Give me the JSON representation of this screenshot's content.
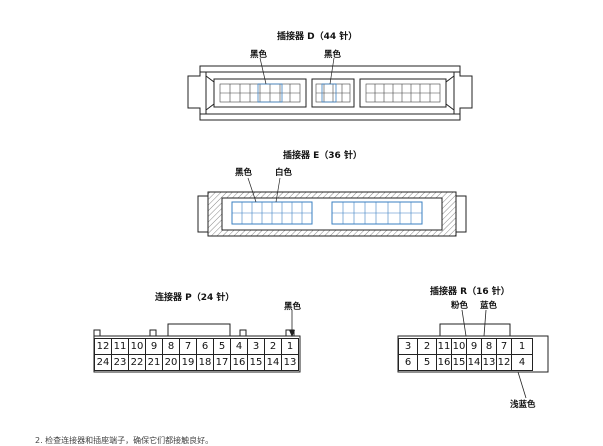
{
  "connector_d": {
    "title": "插接器 D（44 针）",
    "label_black_1": "黑色",
    "label_black_2": "黑色"
  },
  "connector_e": {
    "title": "插接器 E（36 针）",
    "label_black": "黑色",
    "label_white": "白色"
  },
  "connector_p": {
    "title": "连接器 P（24 针）",
    "label_black": "黑色",
    "row_top": [
      "12",
      "11",
      "10",
      "9",
      "8",
      "7",
      "6",
      "5",
      "4",
      "3",
      "2",
      "1"
    ],
    "row_bottom": [
      "24",
      "23",
      "22",
      "21",
      "20",
      "19",
      "18",
      "17",
      "16",
      "15",
      "14",
      "13"
    ]
  },
  "connector_r": {
    "title": "插接器 R（16 针）",
    "label_pink": "粉色",
    "label_blue": "蓝色",
    "label_light_blue": "浅蓝色",
    "row_top": [
      "3",
      "2",
      "11",
      "10",
      "9",
      "8",
      "7",
      "1"
    ],
    "row_bottom": [
      "6",
      "5",
      "16",
      "15",
      "14",
      "13",
      "12",
      "4"
    ]
  },
  "footer_text": "2. 检查连接器和插座端子，确保它们都接触良好。"
}
